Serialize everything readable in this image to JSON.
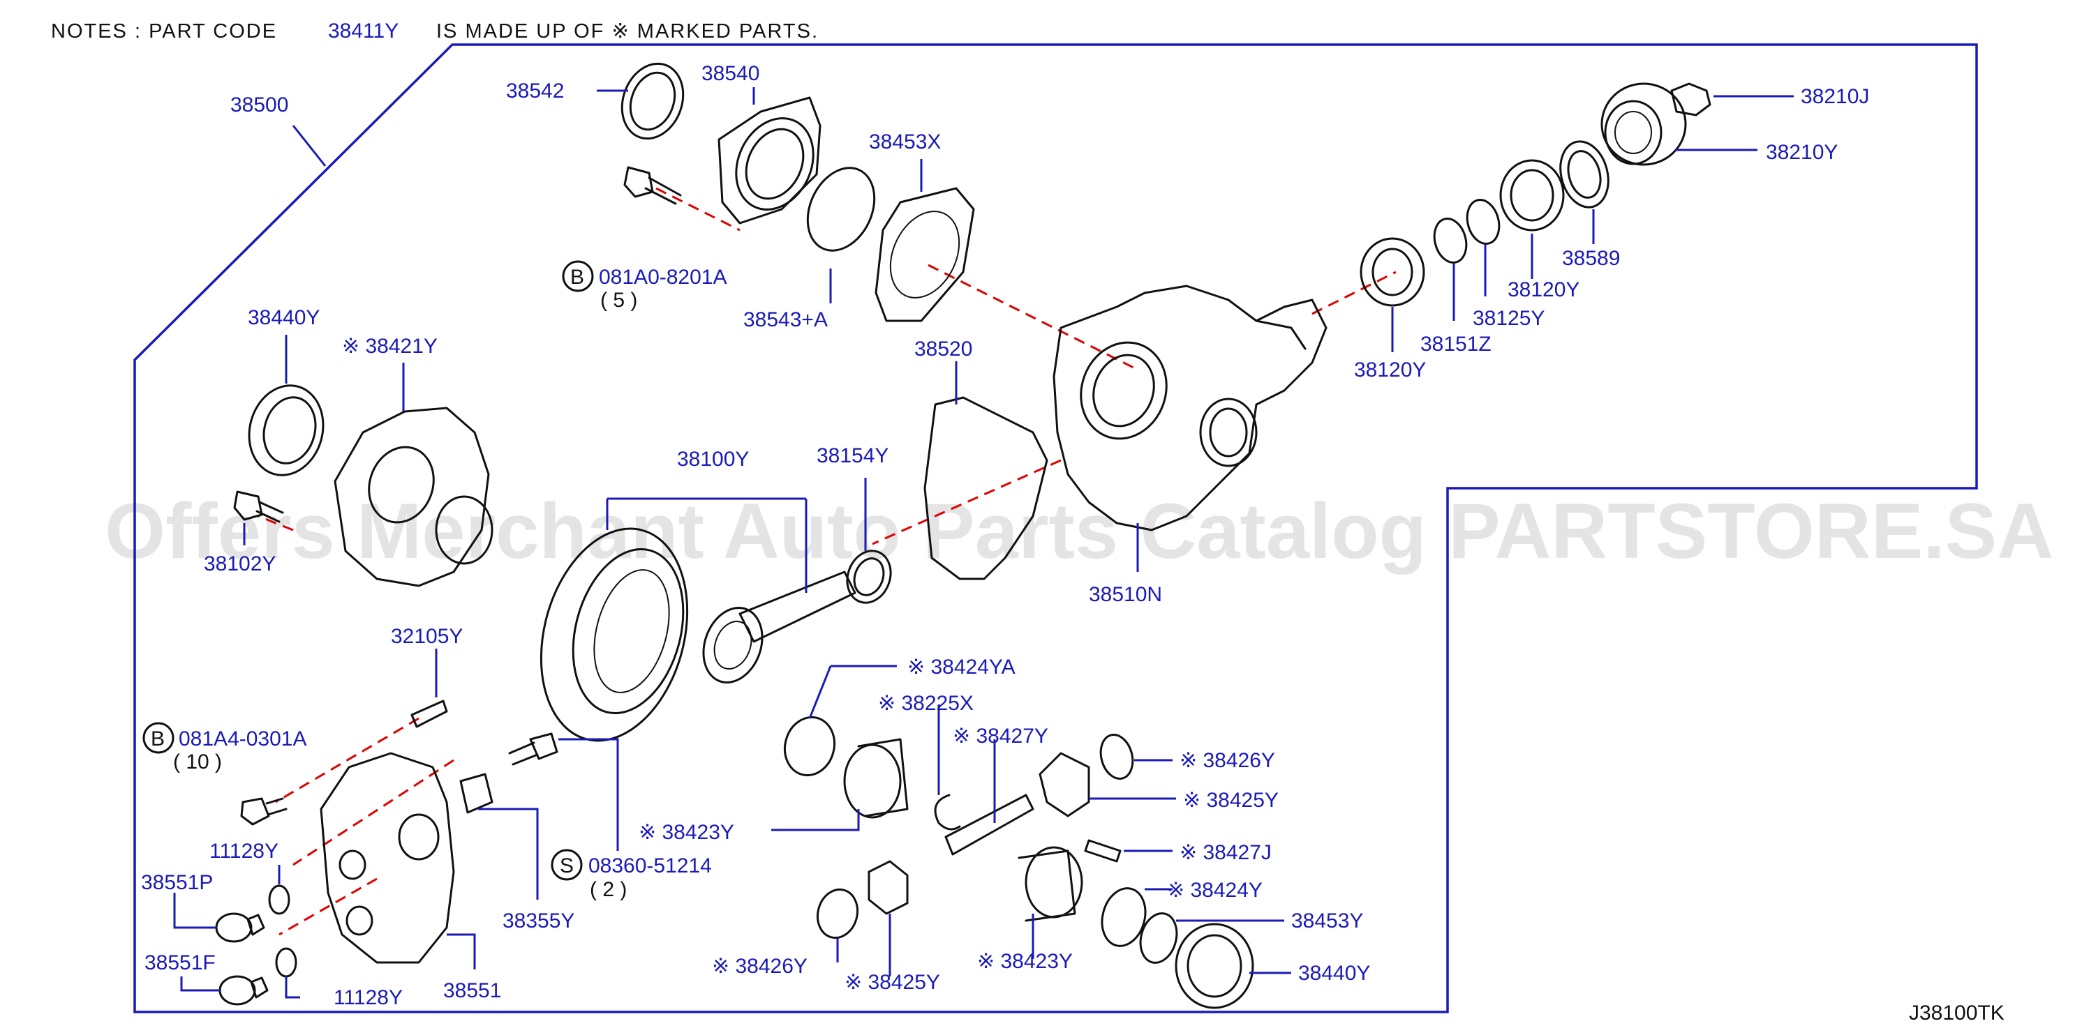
{
  "notes": {
    "prefix": "NOTES  :  PART  CODE",
    "code": "38411Y",
    "suffix": "IS  MADE  UP  OF  ※  MARKED  PARTS."
  },
  "watermark": "Offers Merchant Auto Parts Catalog PARTSTORE.SA",
  "diagram_code": "J38100TK",
  "colors": {
    "label": "#1a1ab8",
    "frame": "#1a1ab8",
    "dash": "#e00000",
    "drawing": "#111111",
    "watermark": "#d2d2d2"
  },
  "labels": {
    "l38500": "38500",
    "l38542": "38542",
    "l38540": "38540",
    "l38453X": "38453X",
    "l081A0": "081A0-8201A",
    "l081A0_qty": "( 5 )",
    "l38543A": "38543+A",
    "l38440Y_top": "38440Y",
    "l38421Y": "※ 38421Y",
    "l38102Y": "38102Y",
    "l38100Y": "38100Y",
    "l38154Y": "38154Y",
    "l38520": "38520",
    "l38510N": "38510N",
    "l38210J": "38210J",
    "l38210Y": "38210Y",
    "l38589": "38589",
    "l38120Y_a": "38120Y",
    "l38125Y": "38125Y",
    "l38151Z": "38151Z",
    "l38120Y_b": "38120Y",
    "l32105Y": "32105Y",
    "l081A4": "081A4-0301A",
    "l081A4_qty": "( 10 )",
    "l11128Y_a": "11128Y",
    "l38551P": "38551P",
    "l38551F": "38551F",
    "l11128Y_b": "11128Y",
    "l38551": "38551",
    "l38355Y": "38355Y",
    "l08360": "08360-51214",
    "l08360_qty": "( 2 )",
    "l38424YA": "※  38424YA",
    "l38225X": "※ 38225X",
    "l38427Y": "※ 38427Y",
    "l38426Y_a": "※ 38426Y",
    "l38425Y_a": "※ 38425Y",
    "l38423Y_a": "※ 38423Y",
    "l38427J": "※ 38427J",
    "l38424Y": "※ 38424Y",
    "l38453Y": "38453Y",
    "l38440Y_bot": "38440Y",
    "l38426Y_b": "※ 38426Y",
    "l38425Y_b": "※ 38425Y",
    "l38423Y_b": "※ 38423Y"
  },
  "callouts": {
    "b1": "B",
    "b2": "B",
    "s1": "S"
  }
}
